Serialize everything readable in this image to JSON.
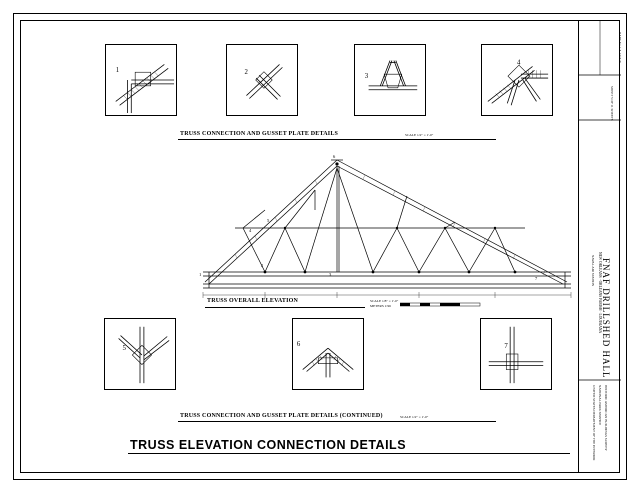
{
  "sheet": {
    "title": "TRUSS ELEVATION CONNECTION DETAILS"
  },
  "details_top": {
    "caption": "TRUSS CONNECTION AND GUSSET PLATE DETAILS",
    "scale": "SCALE 1/2\" = 1'-0\"",
    "items": [
      {
        "number": "1"
      },
      {
        "number": "2"
      },
      {
        "number": "3"
      },
      {
        "number": "4"
      }
    ]
  },
  "elevation": {
    "caption": "TRUSS OVERALL ELEVATION",
    "scale": "SCALE 1/8\" = 1'-0\"",
    "scale_sub": "METERS 1:96",
    "callouts": [
      "1",
      "2",
      "3",
      "4",
      "5",
      "6",
      "7"
    ]
  },
  "details_bottom": {
    "caption": "TRUSS CONNECTION AND GUSSET PLATE DETAILS (CONTINUED)",
    "scale": "SCALE 1/2\" = 1'-0\"",
    "items": [
      {
        "number": "5"
      },
      {
        "number": "6"
      },
      {
        "number": "7"
      }
    ]
  },
  "title_block": {
    "building": "FNAF DRILLSHED HALL",
    "address": "NAVAL AIR STATION",
    "location": "NEW ORLEANS · ORLEANS PARISH · LOUISIANA",
    "survey": "HISTORIC AMERICAN BUILDINGS SURVEY",
    "agency": "NATIONAL PARK SERVICE",
    "dept": "UNITED STATES DEPARTMENT OF THE INTERIOR",
    "sheet_no": "SHEET 5 OF 11 SHEETS",
    "survey_no": "HABS No. LA-1316-B"
  }
}
